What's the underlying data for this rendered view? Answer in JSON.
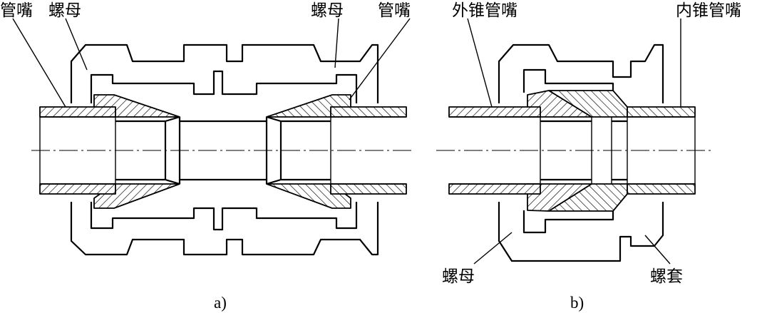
{
  "figure_a": {
    "caption": "a)",
    "labels": {
      "tube_left": "管嘴",
      "nut_left": "螺母",
      "nut_right": "螺母",
      "tube_right": "管嘴"
    }
  },
  "figure_b": {
    "caption": "b)",
    "labels": {
      "outer_cone_tube": "外锥管嘴",
      "inner_cone_tube": "内锥管嘴",
      "nut": "螺母",
      "sleeve": "螺套"
    }
  }
}
